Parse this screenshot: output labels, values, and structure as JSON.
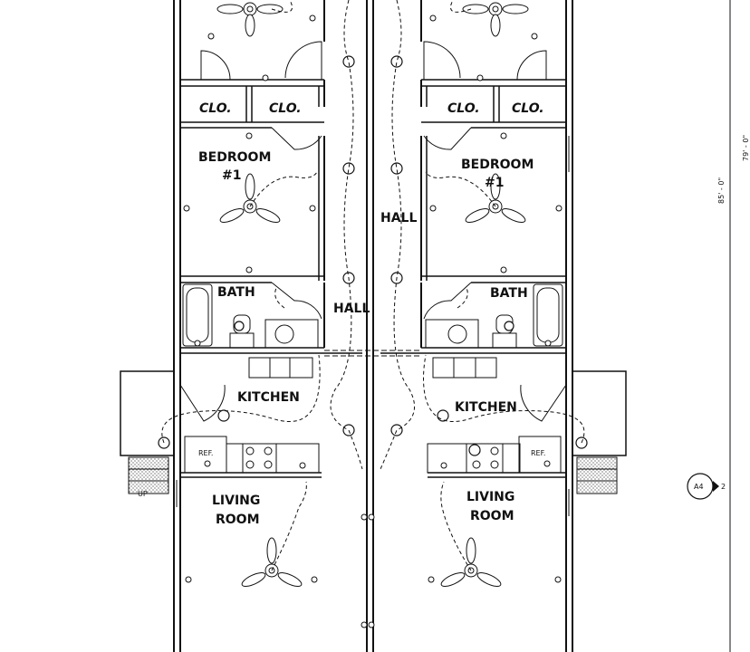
{
  "unit_left": {
    "closets": [
      "CLO.",
      "CLO."
    ],
    "bedroom": [
      "BEDROOM",
      "#1"
    ],
    "bath": "BATH",
    "hall": "HALL",
    "kitchen": "KITCHEN",
    "ref": "REF.",
    "living": [
      "LIVING",
      "ROOM"
    ]
  },
  "unit_right": {
    "closets": [
      "CLO.",
      "CLO."
    ],
    "bedroom": [
      "BEDROOM",
      "#1"
    ],
    "bath": "BATH",
    "hall": "HALL",
    "kitchen": "KITCHEN",
    "ref": "REF.",
    "living": [
      "LIVING",
      "ROOM"
    ]
  },
  "dimensions": {
    "overall": "79' - 0\"",
    "inner": "85' - 0\""
  },
  "section_marker": {
    "sheet": "A4",
    "number": "2"
  },
  "annotations": {
    "up": "UP"
  }
}
